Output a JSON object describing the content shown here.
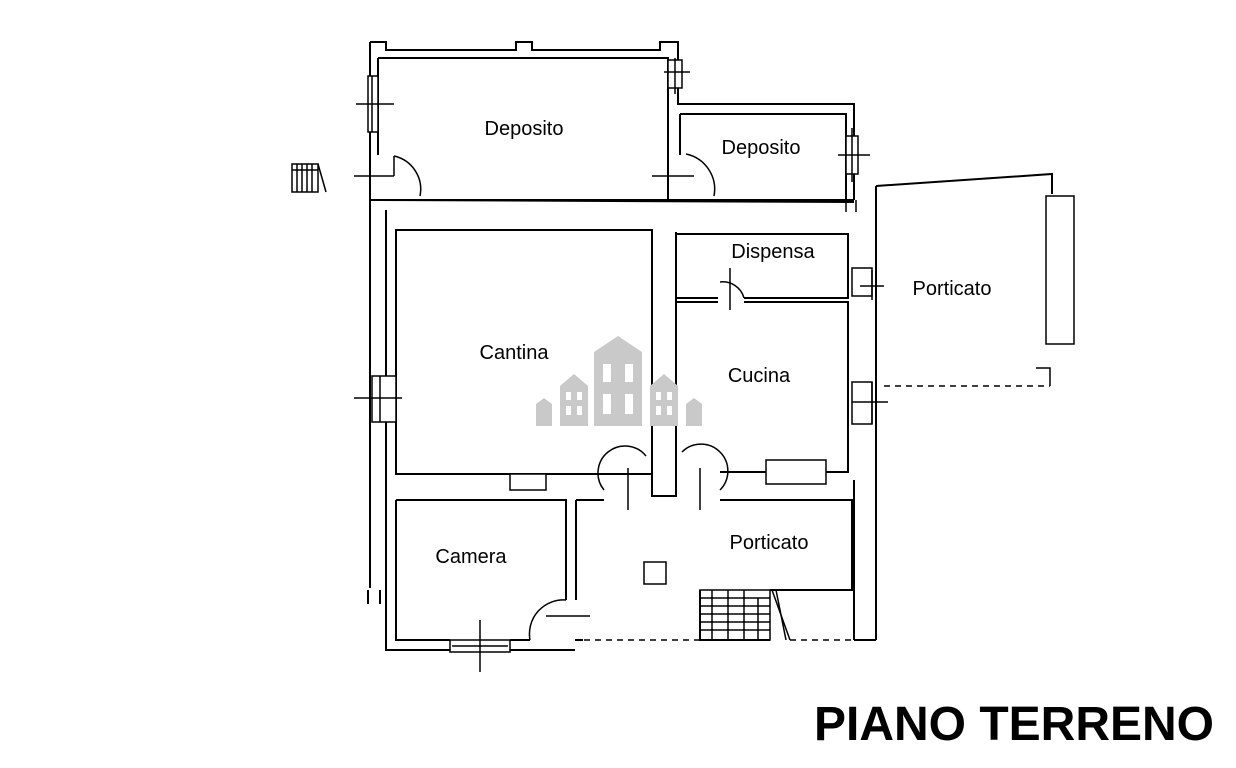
{
  "plan": {
    "title": "PIANO TERRENO",
    "rooms": {
      "deposito_left": "Deposito",
      "deposito_right": "Deposito",
      "dispensa": "Dispensa",
      "porticato_right": "Porticato",
      "cantina": "Cantina",
      "cucina": "Cucina",
      "camera": "Camera",
      "porticato_bottom": "Porticato"
    },
    "watermark_icon": "buildings-logo-icon",
    "colors": {
      "ink": "#000000",
      "watermark": "#c9c9c9",
      "background": "#ffffff"
    }
  }
}
